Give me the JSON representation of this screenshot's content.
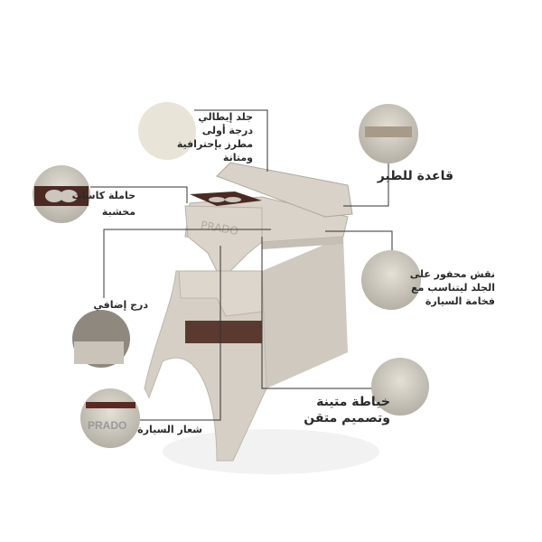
{
  "product": {
    "logo_text": "PRADO"
  },
  "callouts": {
    "leather": [
      "جلد إيطالي",
      "درجة أولى",
      "مطرز بإحترافية",
      "ومتانة"
    ],
    "base": "قاعدة للطير",
    "cup_holder": [
      "حاملة كاسات",
      "مخشبة"
    ],
    "engraving": [
      "نقش محفور على",
      "الجلد ليتناسب مع",
      "فخامة السيارة"
    ],
    "drawer": "درج إضافي",
    "stitching": [
      "خياطة متينة",
      "وتصميم متقن"
    ],
    "logo": "شعار السيارة"
  },
  "colors": {
    "leather": "#d6d0c6",
    "wood": "#4a2a22",
    "line": "#333333"
  }
}
